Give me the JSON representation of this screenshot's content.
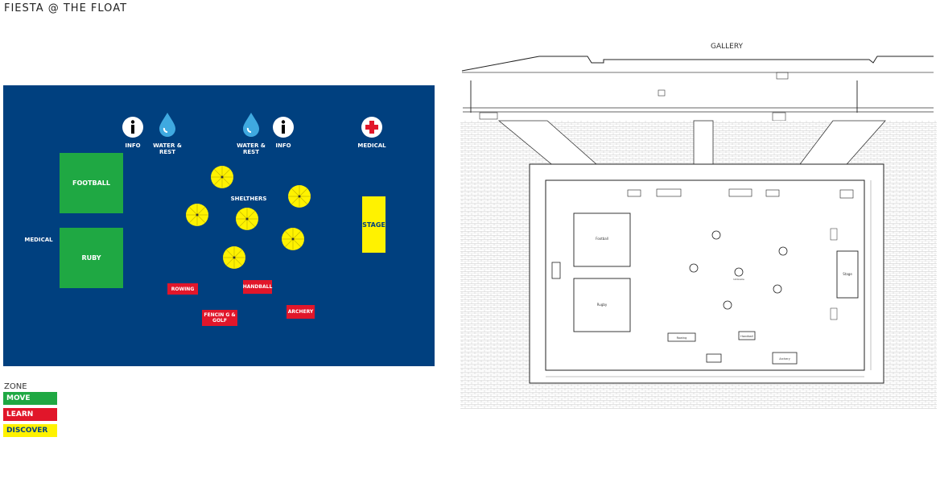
{
  "page_title": "FIESTA @ THE FLOAT",
  "map": {
    "zones": {
      "football": "FOOTBALL",
      "ruby": "RUBY",
      "stage": "STAGE",
      "rowing": "ROWING",
      "handball": "HANDBALL",
      "fencing": "FENCIN G & GOLF",
      "archery": "ARCHERY"
    },
    "labels": {
      "info1": "INFO",
      "water1": "WATER & REST",
      "water2": "WATER & REST",
      "info2": "INFO",
      "medical_top": "MEDICAL",
      "medical_left": "MEDICAL",
      "shelters": "SHELTHERS"
    }
  },
  "legend": {
    "title": "ZONE",
    "items": [
      {
        "label": "MOVE",
        "color": "#1fa843"
      },
      {
        "label": "LEARN",
        "color": "#e1162a"
      },
      {
        "label": "DISCOVER",
        "color": "#fff200"
      }
    ]
  },
  "plan": {
    "gallery": "GALLERY",
    "football": "Football",
    "rugby": "Rugby",
    "stage": "Stage",
    "rowing": "Rowing",
    "handball": "Handball",
    "archery": "Archery",
    "umbrella": "Umbrella"
  },
  "colors": {
    "map_bg": "#00407f",
    "move": "#1fa843",
    "learn": "#e1162a",
    "discover": "#fff200"
  }
}
